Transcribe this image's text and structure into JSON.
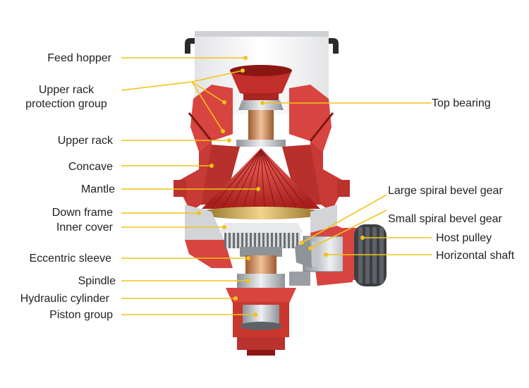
{
  "labels": {
    "feed_hopper": "Feed hopper",
    "upper_rack_protection_1": "Upper rack",
    "upper_rack_protection_2": "protection group",
    "upper_rack": "Upper rack",
    "concave": "Concave",
    "mantle": "Mantle",
    "down_frame": "Down frame",
    "inner_cover": "Inner cover",
    "eccentric_sleeve": "Eccentric sleeve",
    "spindle": "Spindle",
    "hydraulic_cylinder": "Hydraulic cylinder",
    "piston_group": "Piston group",
    "top_bearing": "Top bearing",
    "large_spiral_bevel_gear": "Large spiral bevel gear",
    "small_spiral_bevel_gear": "Small spiral bevel gear",
    "host_pulley": "Host pulley",
    "horizontal_shaft": "Horizontal shaft"
  },
  "colors": {
    "leader": "#f0c419",
    "body_red": "#d8443f",
    "dark_red": "#9e1f1c",
    "steel": "#c9cdd1",
    "copper": "#c98a5a",
    "gold_ring": "#c9a24a"
  }
}
